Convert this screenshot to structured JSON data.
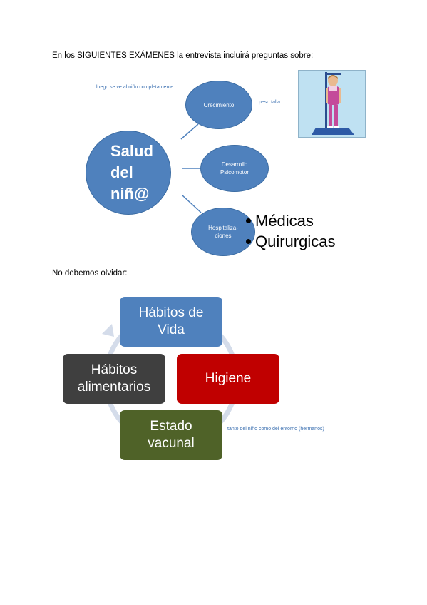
{
  "intro_text": "En los SIGUIENTES EXÁMENES la entrevista incluirá preguntas sobre:",
  "diagram1": {
    "center": "Salud\ndel\nniñ@",
    "nodes": {
      "crecimiento": "Crecimiento",
      "desarrollo": "Desarrollo\nPsicomotor",
      "hospitalizaciones": "Hospitaliza-\nciones"
    },
    "notes": {
      "luego": "luego se ve al niño completamente",
      "peso_talla": "peso talla"
    },
    "hospital_bullets": [
      "Médicas",
      "Quirurgicas"
    ]
  },
  "second_text": "No debemos olvidar:",
  "diagram2": {
    "boxes": {
      "habitos_vida": "Hábitos de\nVida",
      "higiene": "Higiene",
      "estado_vacunal": "Estado\nvacunal",
      "habitos_alimentarios": "Hábitos\nalimentarios"
    },
    "note": "tanto del niño como del entorno (hermanos)",
    "colors": {
      "habitos_vida": "#4f81bd",
      "higiene": "#c00000",
      "estado_vacunal": "#4f6228",
      "habitos_alimentarios": "#3f3f3f",
      "cycle": "#d4dcea"
    }
  }
}
